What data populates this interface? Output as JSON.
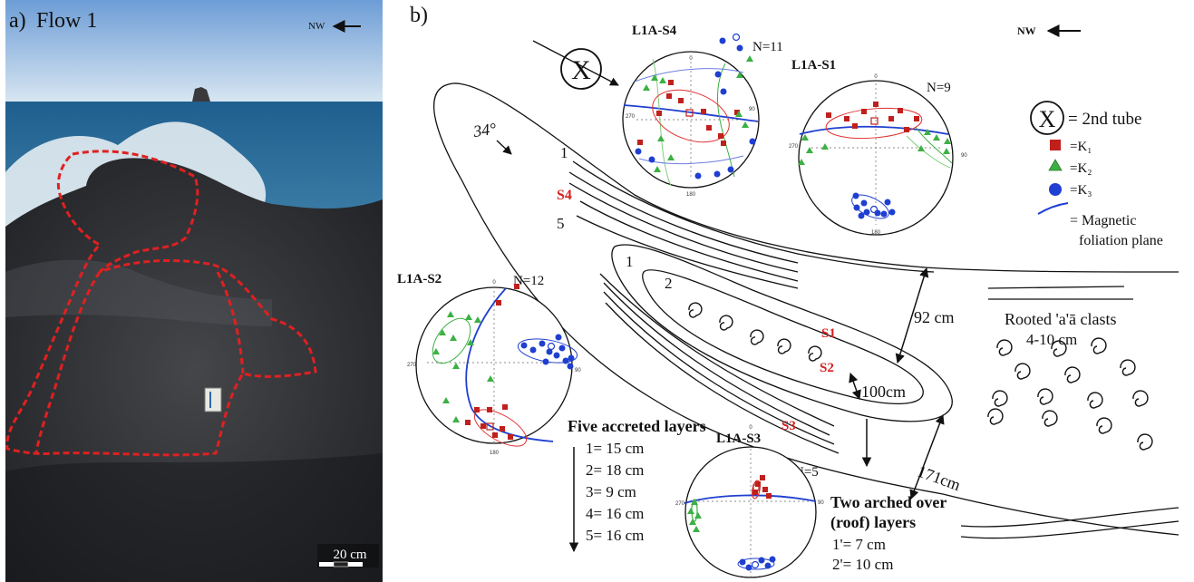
{
  "panel_a": {
    "label": "a)",
    "title": "Flow 1",
    "north_label": "NW",
    "scale_label": "20 cm"
  },
  "panel_b": {
    "label": "b)",
    "north_label": "NW",
    "dip_label": "34°",
    "layer_numbers": [
      "1",
      "5",
      "1",
      "2"
    ],
    "site_labels": [
      "S4",
      "S1",
      "S2",
      "S3"
    ],
    "dimensions": [
      "92 cm",
      "100cm",
      "171cm"
    ],
    "rooted_clasts": [
      "Rooted 'a'ā  clasts",
      "4-10 cm"
    ],
    "accreted_layers": {
      "title": "Five accreted layers",
      "items": [
        "1= 15 cm",
        "2= 18 cm",
        "3= 9 cm",
        "4= 16 cm",
        "5= 16 cm"
      ]
    },
    "roof_layers": {
      "title_lines": [
        "Two arched over",
        "(roof) layers"
      ],
      "items": [
        "1'= 7 cm",
        "2'= 10 cm"
      ]
    },
    "legend": {
      "tube_symbol": "X",
      "tube": "= 2nd tube",
      "k1": "=K₁",
      "k2": "=K₂",
      "k3": "=K₃",
      "plane_line1": "= Magnetic",
      "plane_line2": "foliation plane"
    },
    "stereonets": [
      {
        "name": "L1A-S4",
        "n": "N=11"
      },
      {
        "name": "L1A-S1",
        "n": "N=9"
      },
      {
        "name": "L1A-S2",
        "n": "N=12"
      },
      {
        "name": "L1A-S3",
        "n": "N=5"
      }
    ],
    "net_ticks": [
      "0",
      "90",
      "180",
      "270"
    ]
  },
  "colors": {
    "k1": "#c0201c",
    "k2": "#3cb043",
    "k3": "#1f3fd0",
    "plane": "#1f3fd0",
    "outline_red": "#e02020",
    "site_red": "#d42020"
  }
}
